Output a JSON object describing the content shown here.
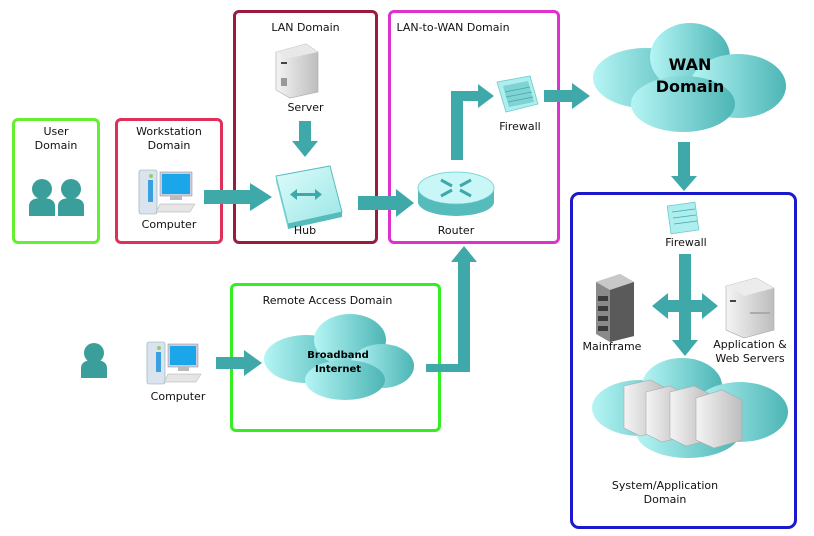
{
  "colors": {
    "arrow": "#3fa9a9",
    "user_domain_border": "#66ee33",
    "workstation_domain_border": "#e0305a",
    "lan_domain_border": "#991b3e",
    "lan_to_wan_border": "#dd33cc",
    "remote_access_border": "#33ee22",
    "system_app_border": "#1a1acc",
    "cloud_light": "#a8f0f0",
    "cloud_dark": "#4dbbbb"
  },
  "domains": {
    "user": {
      "title": "User Domain",
      "line1": "User",
      "line2": "Domain"
    },
    "workstation": {
      "line1": "Workstation",
      "line2": "Domain",
      "device": "Computer"
    },
    "lan": {
      "title": "LAN Domain",
      "server": "Server",
      "hub": "Hub"
    },
    "lan_to_wan": {
      "title": "LAN-to-WAN Domain",
      "router": "Router",
      "firewall": "Firewall"
    },
    "wan": {
      "line1": "WAN",
      "line2": "Domain"
    },
    "remote_access": {
      "title": "Remote Access Domain",
      "cloud_line1": "Broadband",
      "cloud_line2": "Internet",
      "device": "Computer"
    },
    "system_app": {
      "firewall": "Firewall",
      "mainframe": "Mainframe",
      "app_servers_line1": "Application &",
      "app_servers_line2": "Web Servers",
      "title_line1": "System/Application",
      "title_line2": "Domain"
    }
  }
}
